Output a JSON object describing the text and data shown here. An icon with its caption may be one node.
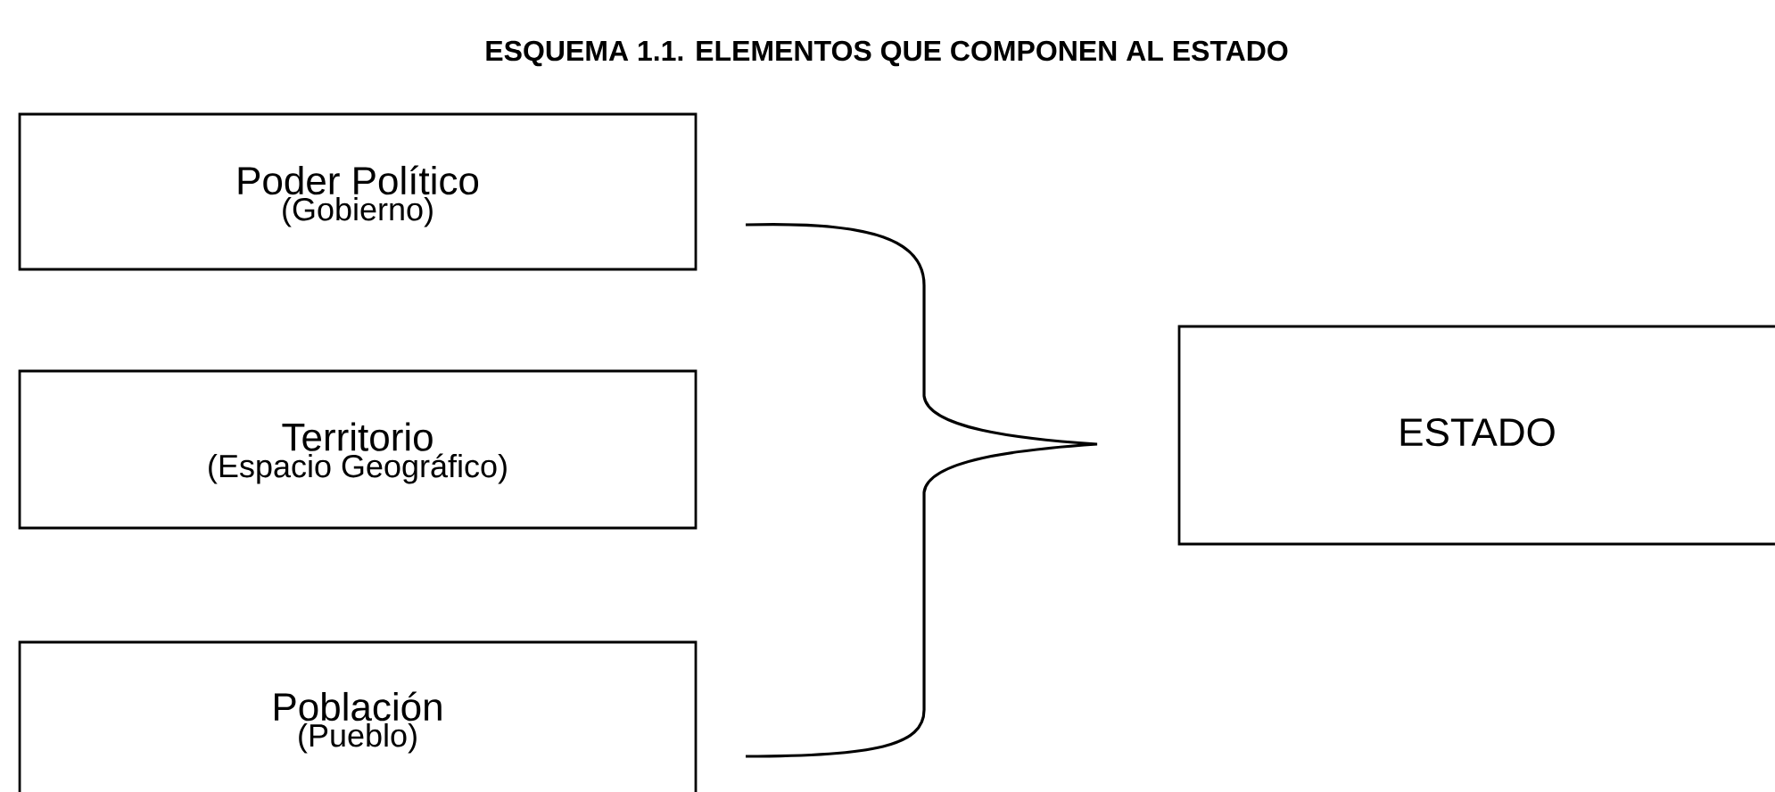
{
  "diagram": {
    "title": "ESQUEMA 1.1. ELEMENTOS QUE COMPONEN AL ESTADO",
    "nodes": [
      {
        "text": [
          "Poder Político",
          "(Gobierno)"
        ]
      },
      {
        "text": [
          "Territorio",
          "(Espacio Geográfico)"
        ]
      },
      {
        "text": [
          "Población",
          "(Pueblo)"
        ]
      },
      {
        "text": [
          "ESTADO"
        ]
      }
    ]
  }
}
